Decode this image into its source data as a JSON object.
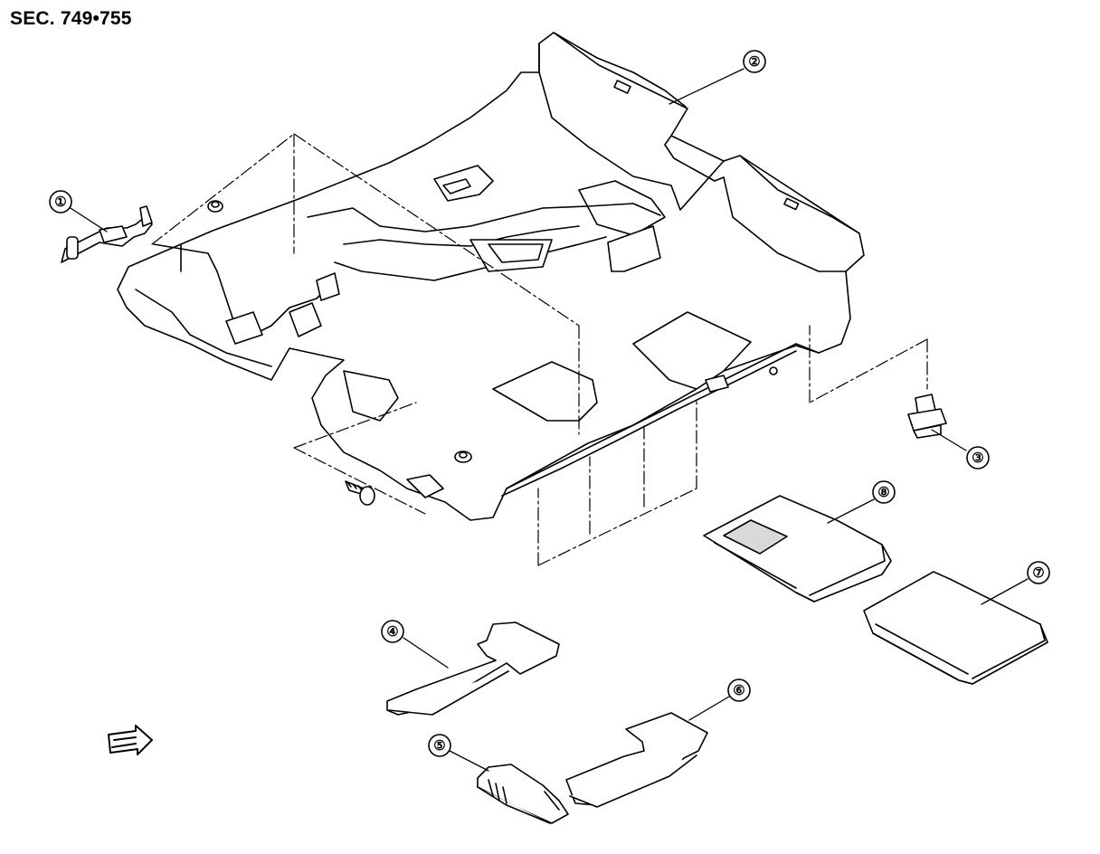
{
  "header": {
    "section": "SEC. 749•755"
  },
  "callouts": [
    {
      "label": "①"
    },
    {
      "label": "②"
    },
    {
      "label": "③"
    },
    {
      "label": "④"
    },
    {
      "label": "⑤"
    },
    {
      "label": "⑥"
    },
    {
      "label": "⑦"
    },
    {
      "label": "⑧"
    }
  ],
  "colors": {
    "line": "#000000",
    "fill": "#ffffff",
    "shade": "#d9d9d9"
  },
  "icons": {
    "front_arrow": "front-arrow-icon"
  }
}
